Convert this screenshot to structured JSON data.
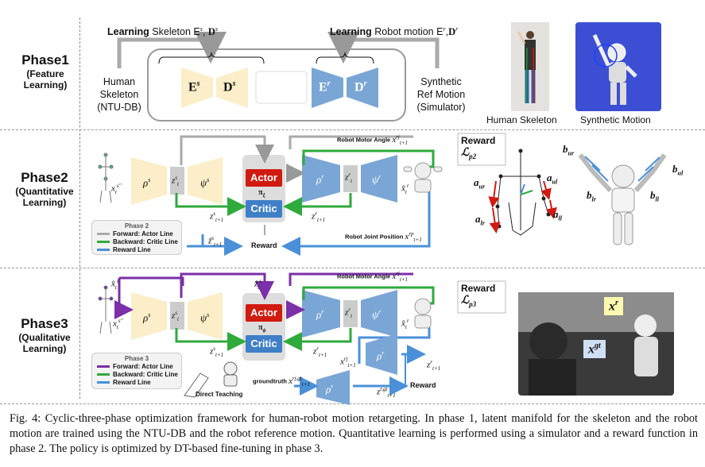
{
  "phases": [
    {
      "title": "Phase1",
      "subtitle_lines": [
        "(Feature",
        "Learning)"
      ]
    },
    {
      "title": "Phase2",
      "subtitle_lines": [
        "(Quantitative",
        "Learning)"
      ]
    },
    {
      "title": "Phase3",
      "subtitle_lines": [
        "(Qualitative",
        "Learning)"
      ]
    }
  ],
  "phase1": {
    "learning_skeleton_bold": "Learning",
    "learning_skeleton_rest": "Skeleton E",
    "learning_robot_bold": "Learning",
    "learning_robot_rest": "Robot motion E",
    "human_skeleton_lines": [
      "Human",
      "Skeleton",
      "(NTU-DB)"
    ],
    "synthetic_lines": [
      "Synthetic",
      "Ref Motion",
      "(Simulator)"
    ],
    "enc_s": "E",
    "dec_s": "D",
    "enc_r": "E",
    "dec_r": "D",
    "photo_human_caption": "Human Skeleton",
    "photo_synthetic_caption": "Synthetic Motion"
  },
  "phase2": {
    "actor": "Actor",
    "critic": "Critic",
    "pi": "π",
    "reward": "Reward",
    "motor_angle": "Robot Motor Angle",
    "joint_position": "Robot Joint Position",
    "reward_box_title": "Reward",
    "reward_box_formula": "ℒ",
    "labels_body": [
      "a",
      "a",
      "a",
      "a"
    ],
    "labels_robot": [
      "b",
      "b",
      "b",
      "b"
    ],
    "legend": {
      "title": "Phase 2",
      "rows": [
        {
          "label": "Forward:   Actor Line",
          "color": "#aaaaaa"
        },
        {
          "label": "Backward: Critic Line",
          "color": "#2faa3c"
        },
        {
          "label": "Reward Line",
          "color": "#4a90d9"
        }
      ]
    }
  },
  "phase3": {
    "actor": "Actor",
    "critic": "Critic",
    "pi": "π",
    "reward": "Reward",
    "motor_angle": "Robot Motor Angle",
    "groundtruth": "groundtruth",
    "direct_teaching": "Direct Teaching",
    "reward_box_title": "Reward",
    "reward_box_formula": "ℒ",
    "photo_xr": "x",
    "photo_xgt": "x",
    "legend": {
      "title": "Phase 3",
      "rows": [
        {
          "label": "Forward:   Actor Line",
          "color": "#7b2fa8"
        },
        {
          "label": "Backward: Critic Line",
          "color": "#2faa3c"
        },
        {
          "label": "Reward Line",
          "color": "#4a90d9"
        }
      ]
    }
  },
  "caption": "Fig. 4: Cyclic-three-phase optimization framework for human-robot motion retargeting. In phase 1, latent manifold for the skeleton and the robot motion are trained using the NTU-DB and the robot reference motion. Quantitative learning is performed using a simulator and a reward function in phase 2. The policy is optimized by DT-based fine-tuning in phase 3.",
  "colors": {
    "encoder_s": "#fbeec8",
    "encoder_r": "#7aa6d6",
    "actor": "#d11a10",
    "critic": "#3f7fc8",
    "forward_p2": "#aaaaaa",
    "forward_p3": "#7b2fa8",
    "critic_line": "#2faa3c",
    "reward_line": "#4a90d9"
  }
}
